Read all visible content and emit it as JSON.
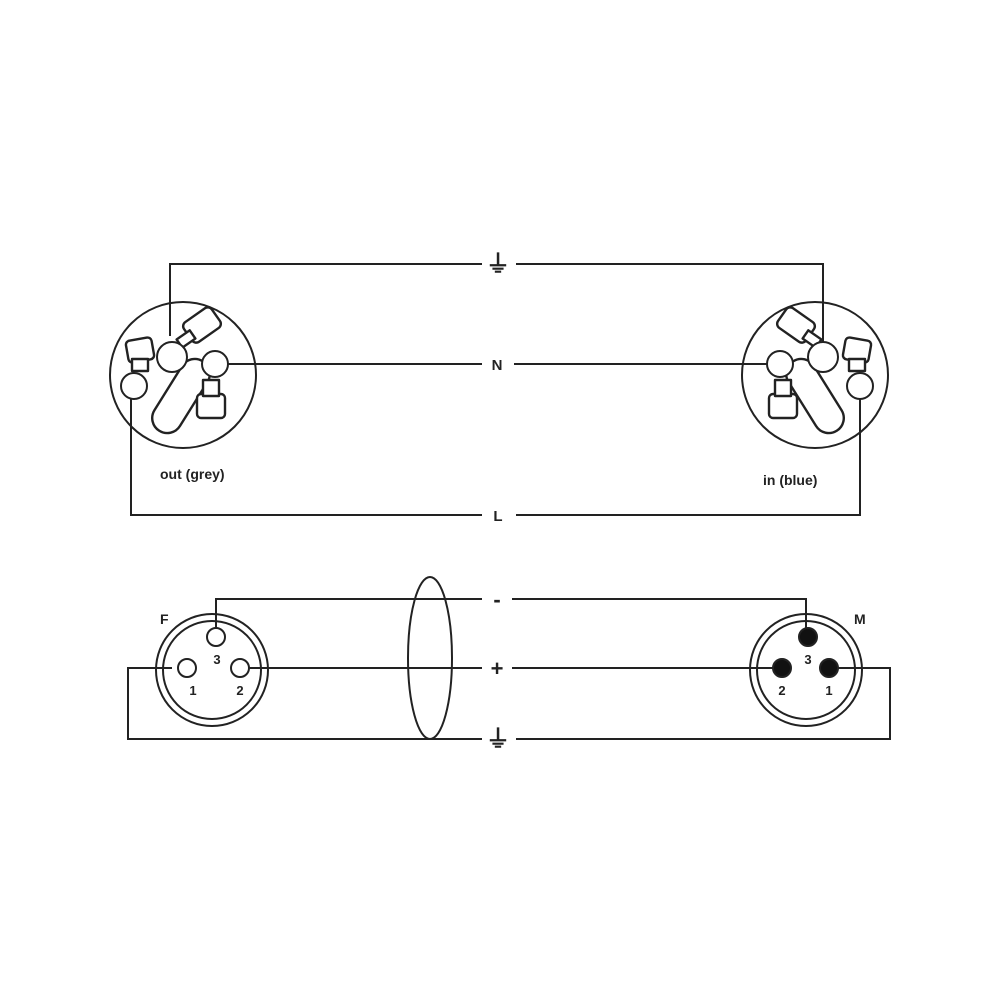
{
  "powercon": {
    "ground_label": "⏚",
    "neutral_label": "N",
    "live_label": "L",
    "out_label": "out (grey)",
    "in_label": "in (blue)"
  },
  "xlr": {
    "minus_label": "-",
    "plus_label": "+",
    "ground_label": "⏚",
    "female_label": "F",
    "male_label": "M",
    "female_pins": {
      "pin1": "1",
      "pin2": "2",
      "pin3": "3"
    },
    "male_pins": {
      "pin1": "1",
      "pin2": "2",
      "pin3": "3"
    }
  },
  "colors": {
    "line": "#222222",
    "pin_fill": "#111111",
    "background": "#ffffff"
  }
}
